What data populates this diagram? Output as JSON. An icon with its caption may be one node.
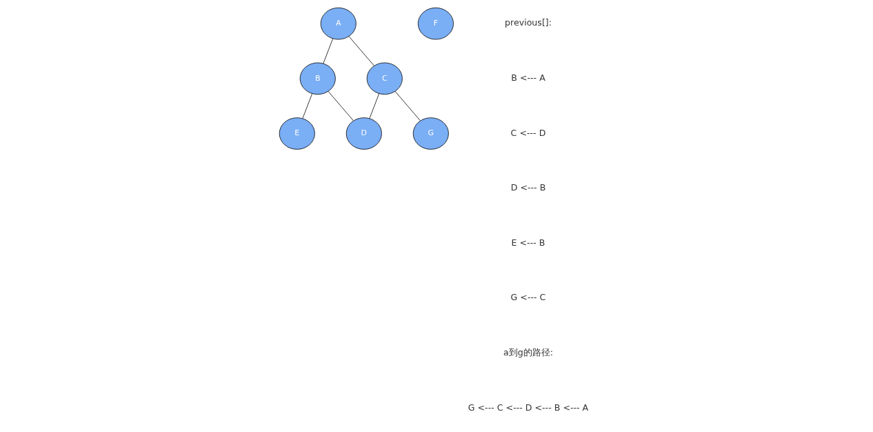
{
  "diagram": {
    "nodes": [
      {
        "text": [
          "A"
        ]
      },
      {
        "text": [
          "B"
        ]
      },
      {
        "text": [
          "C"
        ]
      },
      {
        "text": [
          "D"
        ]
      },
      {
        "text": [
          "G"
        ]
      },
      {
        "text": [
          "E"
        ]
      },
      {
        "text": [
          "F"
        ]
      }
    ],
    "edges": [
      {
        "from": 0,
        "to": 1,
        "arrow": "none"
      },
      {
        "from": 0,
        "to": 2,
        "arrow": "none"
      },
      {
        "from": 1,
        "to": 3,
        "arrow": "none"
      },
      {
        "from": 2,
        "to": 3,
        "arrow": "none"
      },
      {
        "from": 2,
        "to": 4,
        "arrow": "none"
      },
      {
        "from": 1,
        "to": 5,
        "arrow": "none"
      }
    ],
    "labels": [
      "previous[]:",
      "B <--- A",
      "C <--- D",
      "D <--- B",
      "E <--- B",
      "G <--- C",
      "a到g的路径:",
      "G <--- C <--- D <--- B <--- A"
    ]
  }
}
